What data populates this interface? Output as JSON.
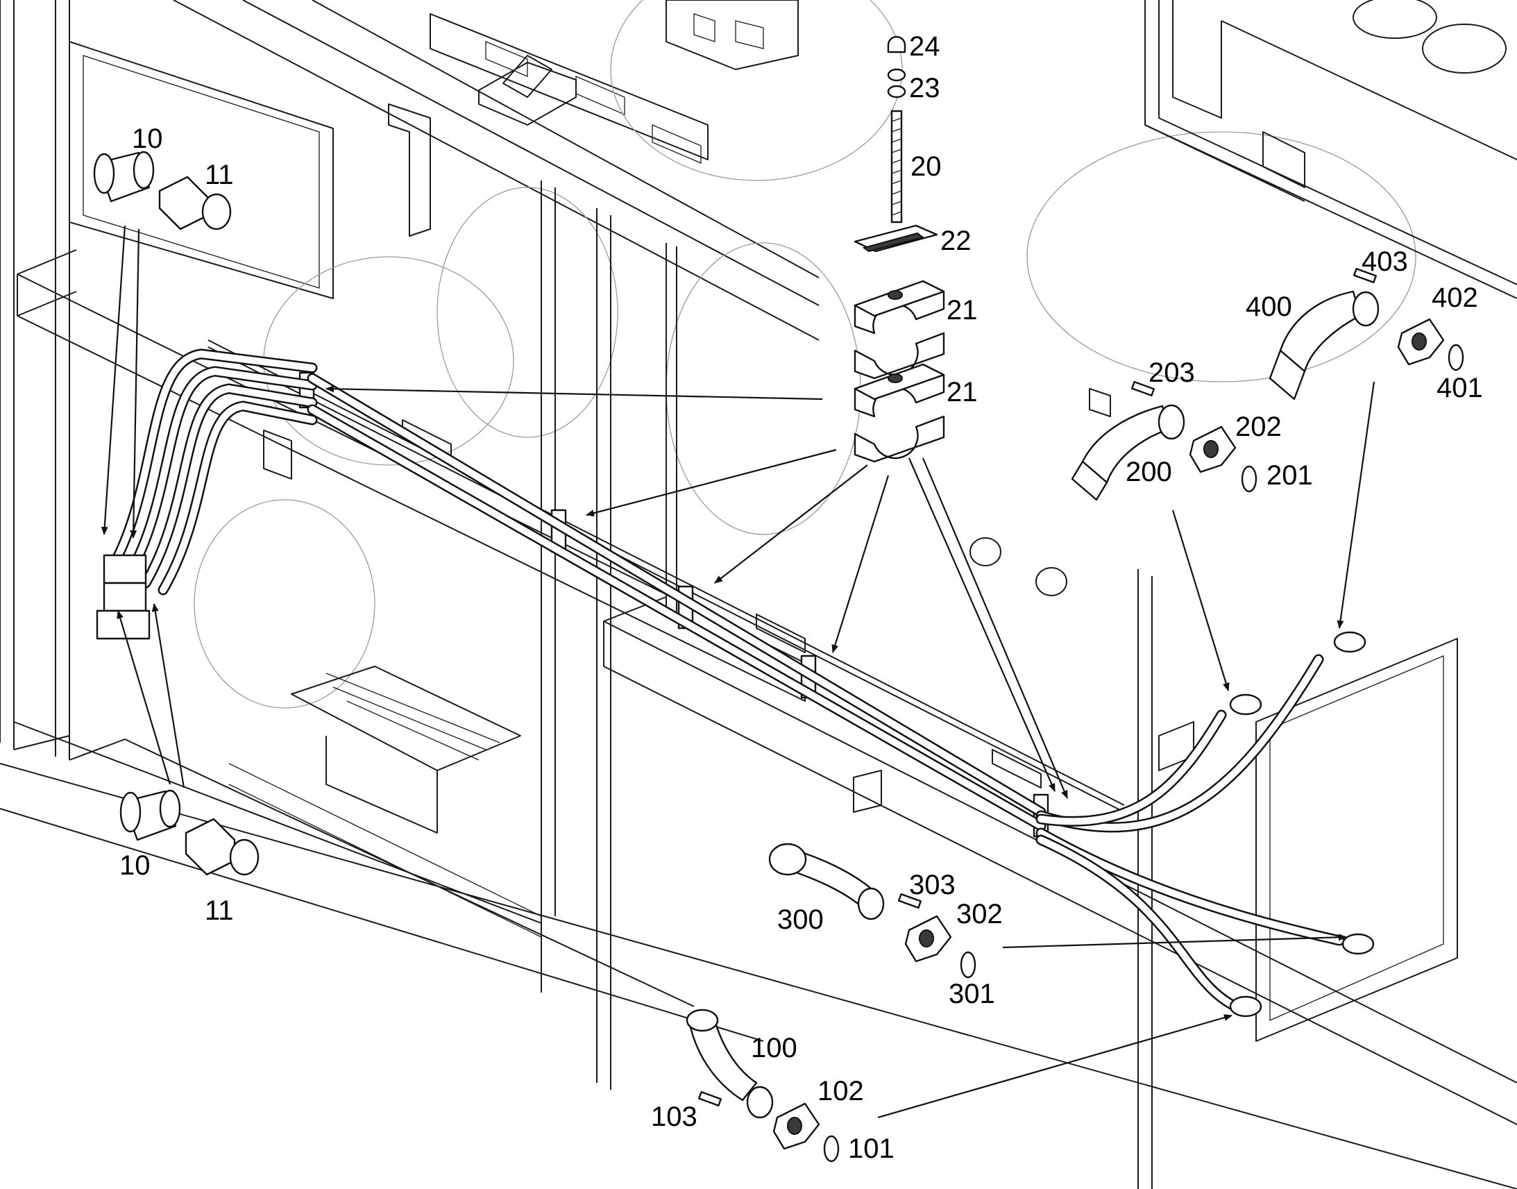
{
  "diagram": {
    "callouts": {
      "c24": "24",
      "c23": "23",
      "c20": "20",
      "c22": "22",
      "c21a": "21",
      "c21b": "21",
      "c10a": "10",
      "c11a": "11",
      "c10b": "10",
      "c11b": "11",
      "c400": "400",
      "c403": "403",
      "c402": "402",
      "c401": "401",
      "c203": "203",
      "c202": "202",
      "c200": "200",
      "c201": "201",
      "c300": "300",
      "c303": "303",
      "c302": "302",
      "c301": "301",
      "c100": "100",
      "c102": "102",
      "c103": "103",
      "c101": "101"
    },
    "colors": {
      "line": "#111111",
      "background": "#ffffff"
    }
  }
}
